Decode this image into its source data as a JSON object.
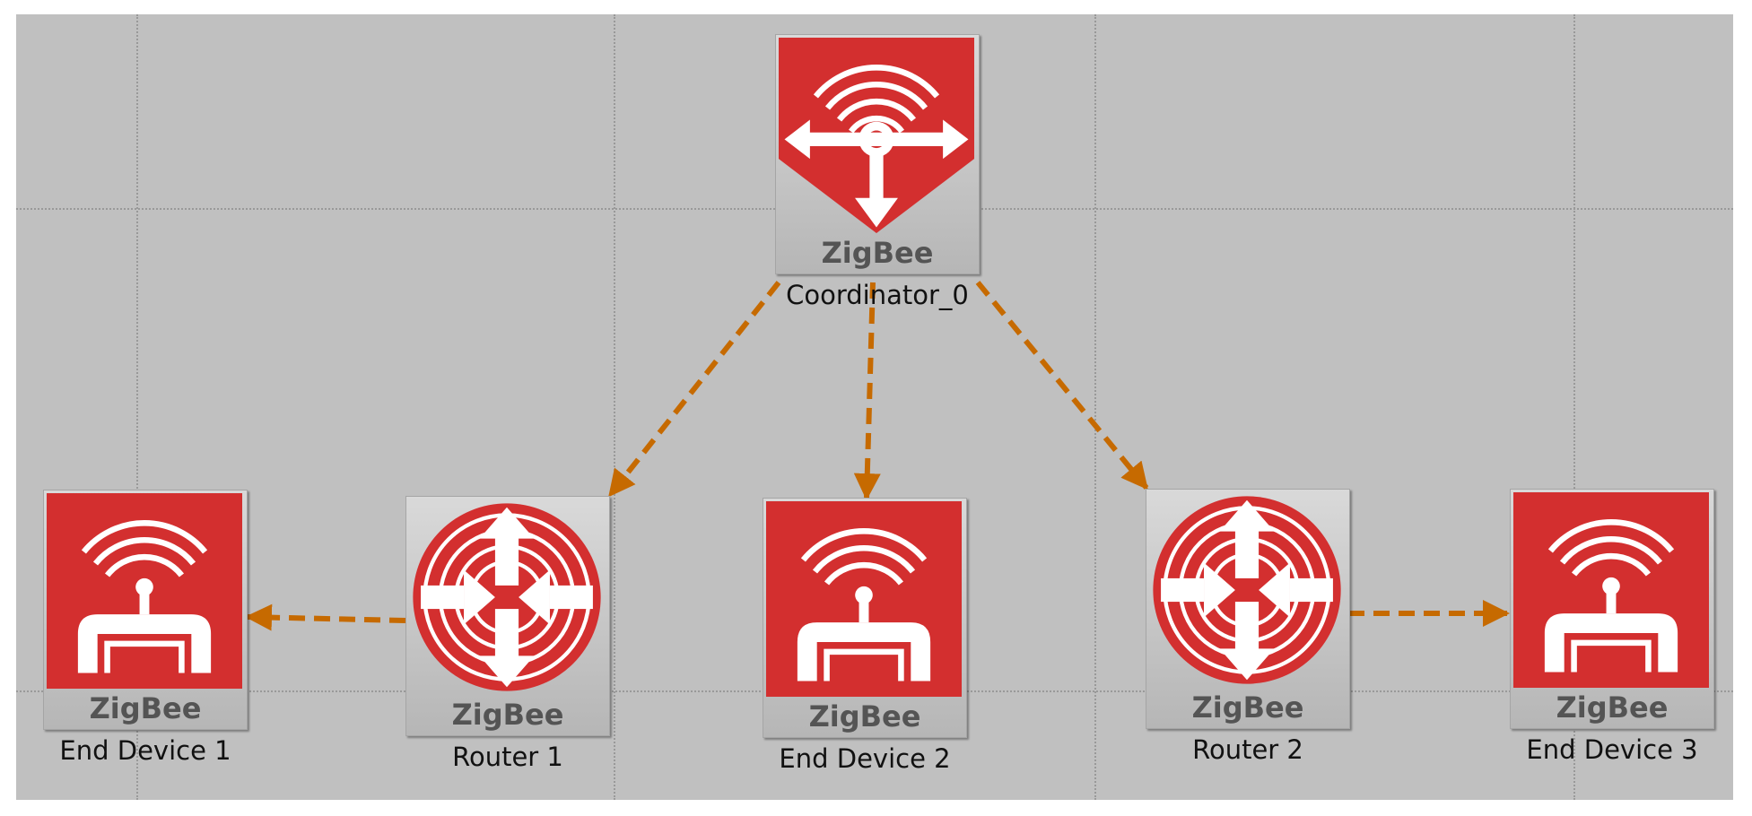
{
  "colors": {
    "background": "#c0c0c0",
    "gridline": "#999999",
    "icon_red": "#d32f2f",
    "link": "#c66a00",
    "tile": "#cfcfcf"
  },
  "nodes": [
    {
      "id": "coordinator",
      "type": "coordinator",
      "brand": "ZigBee",
      "label": "Coordinator_0"
    },
    {
      "id": "end1",
      "type": "end-device",
      "brand": "ZigBee",
      "label": "End Device 1"
    },
    {
      "id": "router1",
      "type": "router",
      "brand": "ZigBee",
      "label": "Router 1"
    },
    {
      "id": "end2",
      "type": "end-device",
      "brand": "ZigBee",
      "label": "End Device 2"
    },
    {
      "id": "router2",
      "type": "router",
      "brand": "ZigBee",
      "label": "Router 2"
    },
    {
      "id": "end3",
      "type": "end-device",
      "brand": "ZigBee",
      "label": "End Device 3"
    }
  ],
  "links": [
    {
      "from": "coordinator",
      "to": "router1",
      "style": "dashed-arrow"
    },
    {
      "from": "coordinator",
      "to": "end2",
      "style": "dashed-arrow"
    },
    {
      "from": "coordinator",
      "to": "router2",
      "style": "dashed-arrow"
    },
    {
      "from": "router1",
      "to": "end1",
      "style": "dashed-arrow"
    },
    {
      "from": "router2",
      "to": "end3",
      "style": "dashed-arrow"
    }
  ]
}
